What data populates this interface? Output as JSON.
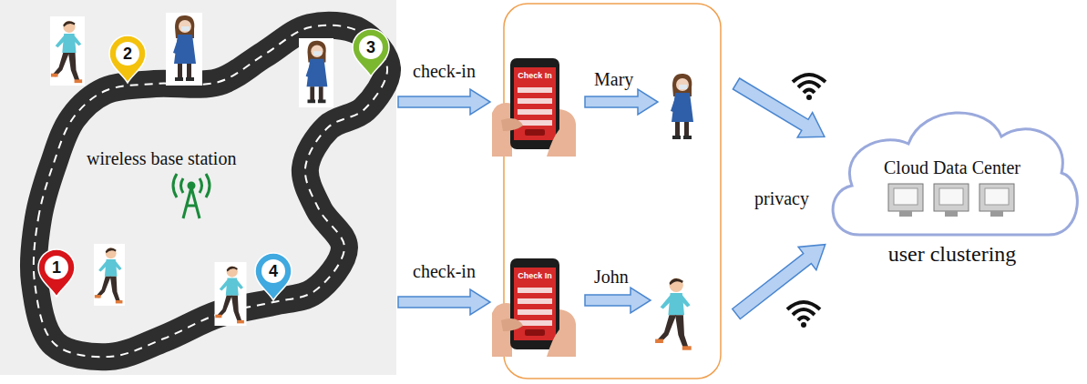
{
  "diagram": {
    "nodes": [
      {
        "text": [
          "wireless base station"
        ]
      },
      {
        "text": [
          "1"
        ],
        "in": 0
      },
      {
        "text": [
          "2"
        ],
        "in": 0
      },
      {
        "text": [
          "3"
        ],
        "in": 0
      },
      {
        "text": [
          "4"
        ],
        "in": 0
      },
      {
        "text": [
          "Check In"
        ]
      },
      {
        "text": [
          "Check In"
        ]
      },
      {
        "text": [
          "Cloud Data Center",
          "user clustering"
        ]
      }
    ],
    "edges": [
      {
        "from": 0,
        "to": 5,
        "label": "check-in",
        "arrow": "to"
      },
      {
        "from": 0,
        "to": 6,
        "label": "check-in",
        "arrow": "to"
      }
    ],
    "labels": [
      "Mary",
      "John",
      "privacy"
    ]
  }
}
